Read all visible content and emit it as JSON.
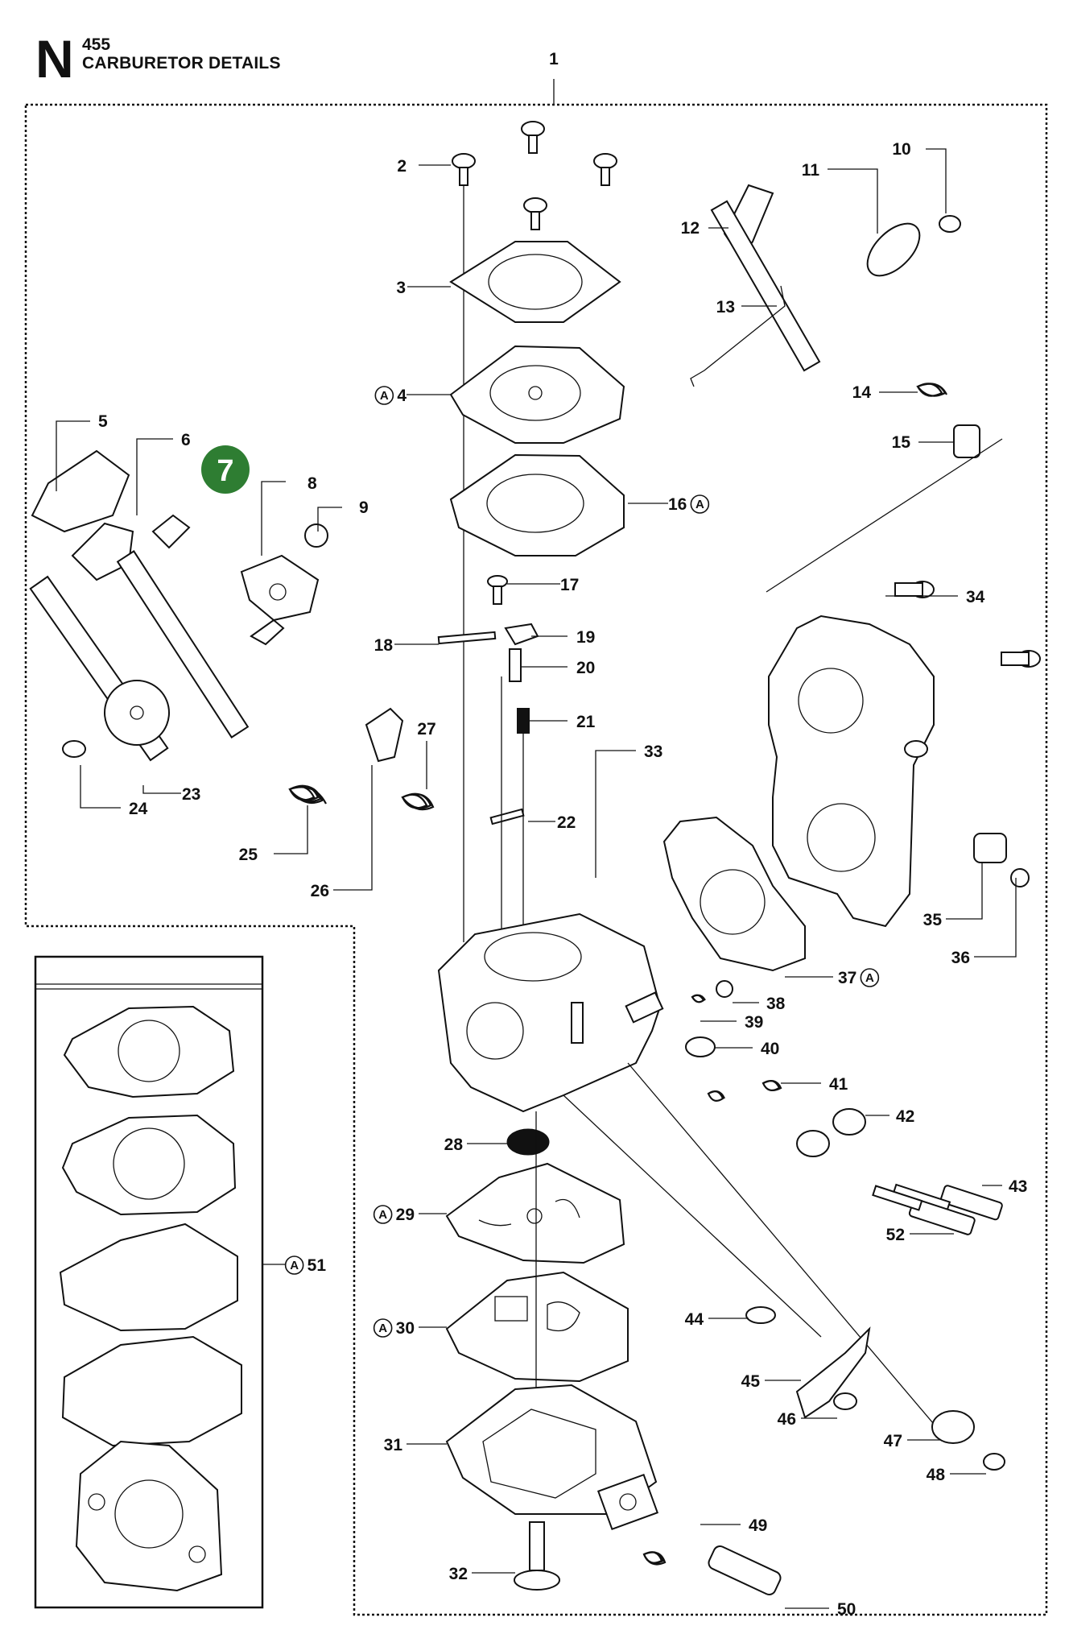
{
  "header": {
    "section_letter": "N",
    "model": "455",
    "title": "CARBURETOR DETAILS"
  },
  "badge": {
    "label": "7",
    "color": "#2e7d32"
  },
  "callouts": [
    {
      "id": "1",
      "marker": ""
    },
    {
      "id": "2",
      "marker": ""
    },
    {
      "id": "3",
      "marker": ""
    },
    {
      "id": "4",
      "marker": "A"
    },
    {
      "id": "5",
      "marker": ""
    },
    {
      "id": "6",
      "marker": ""
    },
    {
      "id": "8",
      "marker": ""
    },
    {
      "id": "9",
      "marker": ""
    },
    {
      "id": "10",
      "marker": ""
    },
    {
      "id": "11",
      "marker": ""
    },
    {
      "id": "12",
      "marker": ""
    },
    {
      "id": "13",
      "marker": ""
    },
    {
      "id": "14",
      "marker": ""
    },
    {
      "id": "15",
      "marker": ""
    },
    {
      "id": "16",
      "marker": "A"
    },
    {
      "id": "17",
      "marker": ""
    },
    {
      "id": "18",
      "marker": ""
    },
    {
      "id": "19",
      "marker": ""
    },
    {
      "id": "20",
      "marker": ""
    },
    {
      "id": "21",
      "marker": ""
    },
    {
      "id": "22",
      "marker": ""
    },
    {
      "id": "23",
      "marker": ""
    },
    {
      "id": "24",
      "marker": ""
    },
    {
      "id": "25",
      "marker": ""
    },
    {
      "id": "26",
      "marker": ""
    },
    {
      "id": "27",
      "marker": ""
    },
    {
      "id": "28",
      "marker": ""
    },
    {
      "id": "29",
      "marker": "A"
    },
    {
      "id": "30",
      "marker": "A"
    },
    {
      "id": "31",
      "marker": ""
    },
    {
      "id": "32",
      "marker": ""
    },
    {
      "id": "33",
      "marker": ""
    },
    {
      "id": "34",
      "marker": ""
    },
    {
      "id": "35",
      "marker": ""
    },
    {
      "id": "36",
      "marker": ""
    },
    {
      "id": "37",
      "marker": "A"
    },
    {
      "id": "38",
      "marker": ""
    },
    {
      "id": "39",
      "marker": ""
    },
    {
      "id": "40",
      "marker": ""
    },
    {
      "id": "41",
      "marker": ""
    },
    {
      "id": "42",
      "marker": ""
    },
    {
      "id": "43",
      "marker": ""
    },
    {
      "id": "44",
      "marker": ""
    },
    {
      "id": "45",
      "marker": ""
    },
    {
      "id": "46",
      "marker": ""
    },
    {
      "id": "47",
      "marker": ""
    },
    {
      "id": "48",
      "marker": ""
    },
    {
      "id": "49",
      "marker": ""
    },
    {
      "id": "50",
      "marker": ""
    },
    {
      "id": "51",
      "marker": "A"
    },
    {
      "id": "52",
      "marker": ""
    }
  ]
}
